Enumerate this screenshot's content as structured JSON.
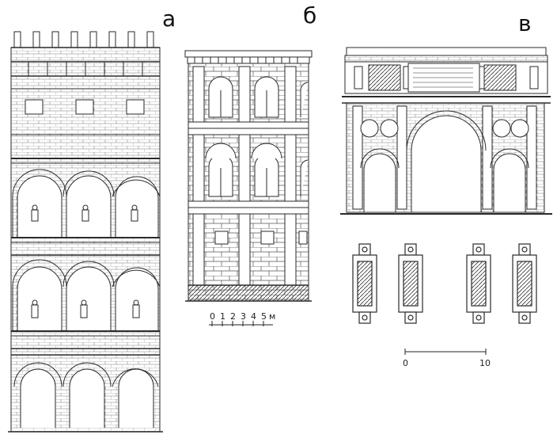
{
  "labels": {
    "a": "а",
    "b": "б",
    "c": "в"
  },
  "scale_b": {
    "ticks": [
      "0",
      "1",
      "2",
      "3",
      "4",
      "5",
      "м"
    ]
  },
  "scale_c": {
    "start": "0",
    "end": "10"
  },
  "colors": {
    "ink": "#2a2a2a",
    "paper": "#ffffff"
  }
}
